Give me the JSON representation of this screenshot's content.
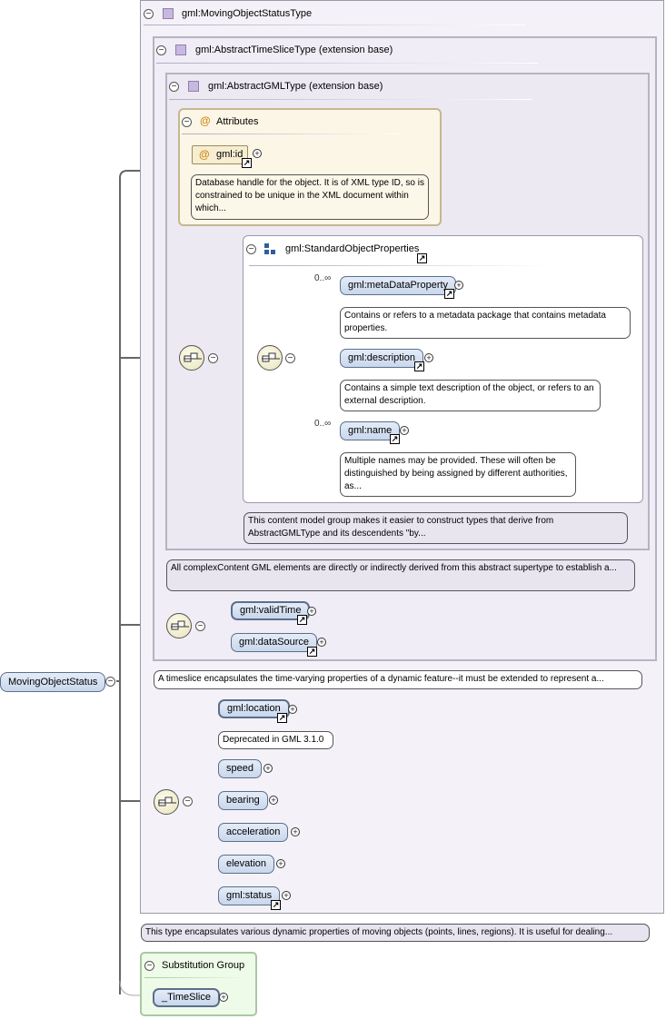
{
  "root": {
    "label": "MovingObjectStatus"
  },
  "type_frame": {
    "title": "gml:MovingObjectStatusType",
    "annotation": "This type encapsulates various dynamic properties of moving objects (points, lines, regions). It is useful for dealing..."
  },
  "timeslice_frame": {
    "title": "gml:AbstractTimeSliceType (extension base)",
    "annotation": "A timeslice encapsulates the time-varying properties of a dynamic feature--it must be extended to represent a..."
  },
  "gml_frame": {
    "title": "gml:AbstractGMLType (extension base)",
    "annotation": "All complexContent GML elements are directly or indirectly derived from this abstract supertype to establish a..."
  },
  "attributes": {
    "title": "Attributes",
    "id_label": "gml:id",
    "id_note": "Database handle for the object. It is of XML type ID, so is constrained to be unique in the XML document within which..."
  },
  "standard_props": {
    "title": "gml:StandardObjectProperties",
    "annotation": "This content model group makes it easier to construct types that derive from AbstractGMLType and its descendents \"by...",
    "items": [
      {
        "label": "gml:metaDataProperty",
        "card": "0..∞",
        "note": "Contains or refers to a metadata package that contains metadata properties."
      },
      {
        "label": "gml:description",
        "card": "",
        "note": "Contains a simple text description of the object, or refers to an external description."
      },
      {
        "label": "gml:name",
        "card": "0..∞",
        "note": "Multiple names may be provided. These will often be distinguished by being assigned by different authorities, as..."
      }
    ]
  },
  "timeslice_seq": {
    "items": [
      {
        "label": "gml:validTime"
      },
      {
        "label": "gml:dataSource"
      }
    ]
  },
  "status_seq": {
    "items": [
      {
        "label": "gml:location",
        "note": "Deprecated in GML 3.1.0"
      },
      {
        "label": "speed"
      },
      {
        "label": "bearing"
      },
      {
        "label": "acceleration"
      },
      {
        "label": "elevation"
      },
      {
        "label": "gml:status"
      }
    ]
  },
  "substitution": {
    "title": "Substitution Group",
    "label": "_TimeSlice"
  },
  "icons": {
    "collapse": "minus-circle-icon",
    "expand": "plus-circle-icon",
    "reference": "arrow-link-icon",
    "sequence": "sequence-compositor-icon",
    "attribute": "at-icon",
    "type": "complex-type-icon",
    "group": "group-icon"
  }
}
